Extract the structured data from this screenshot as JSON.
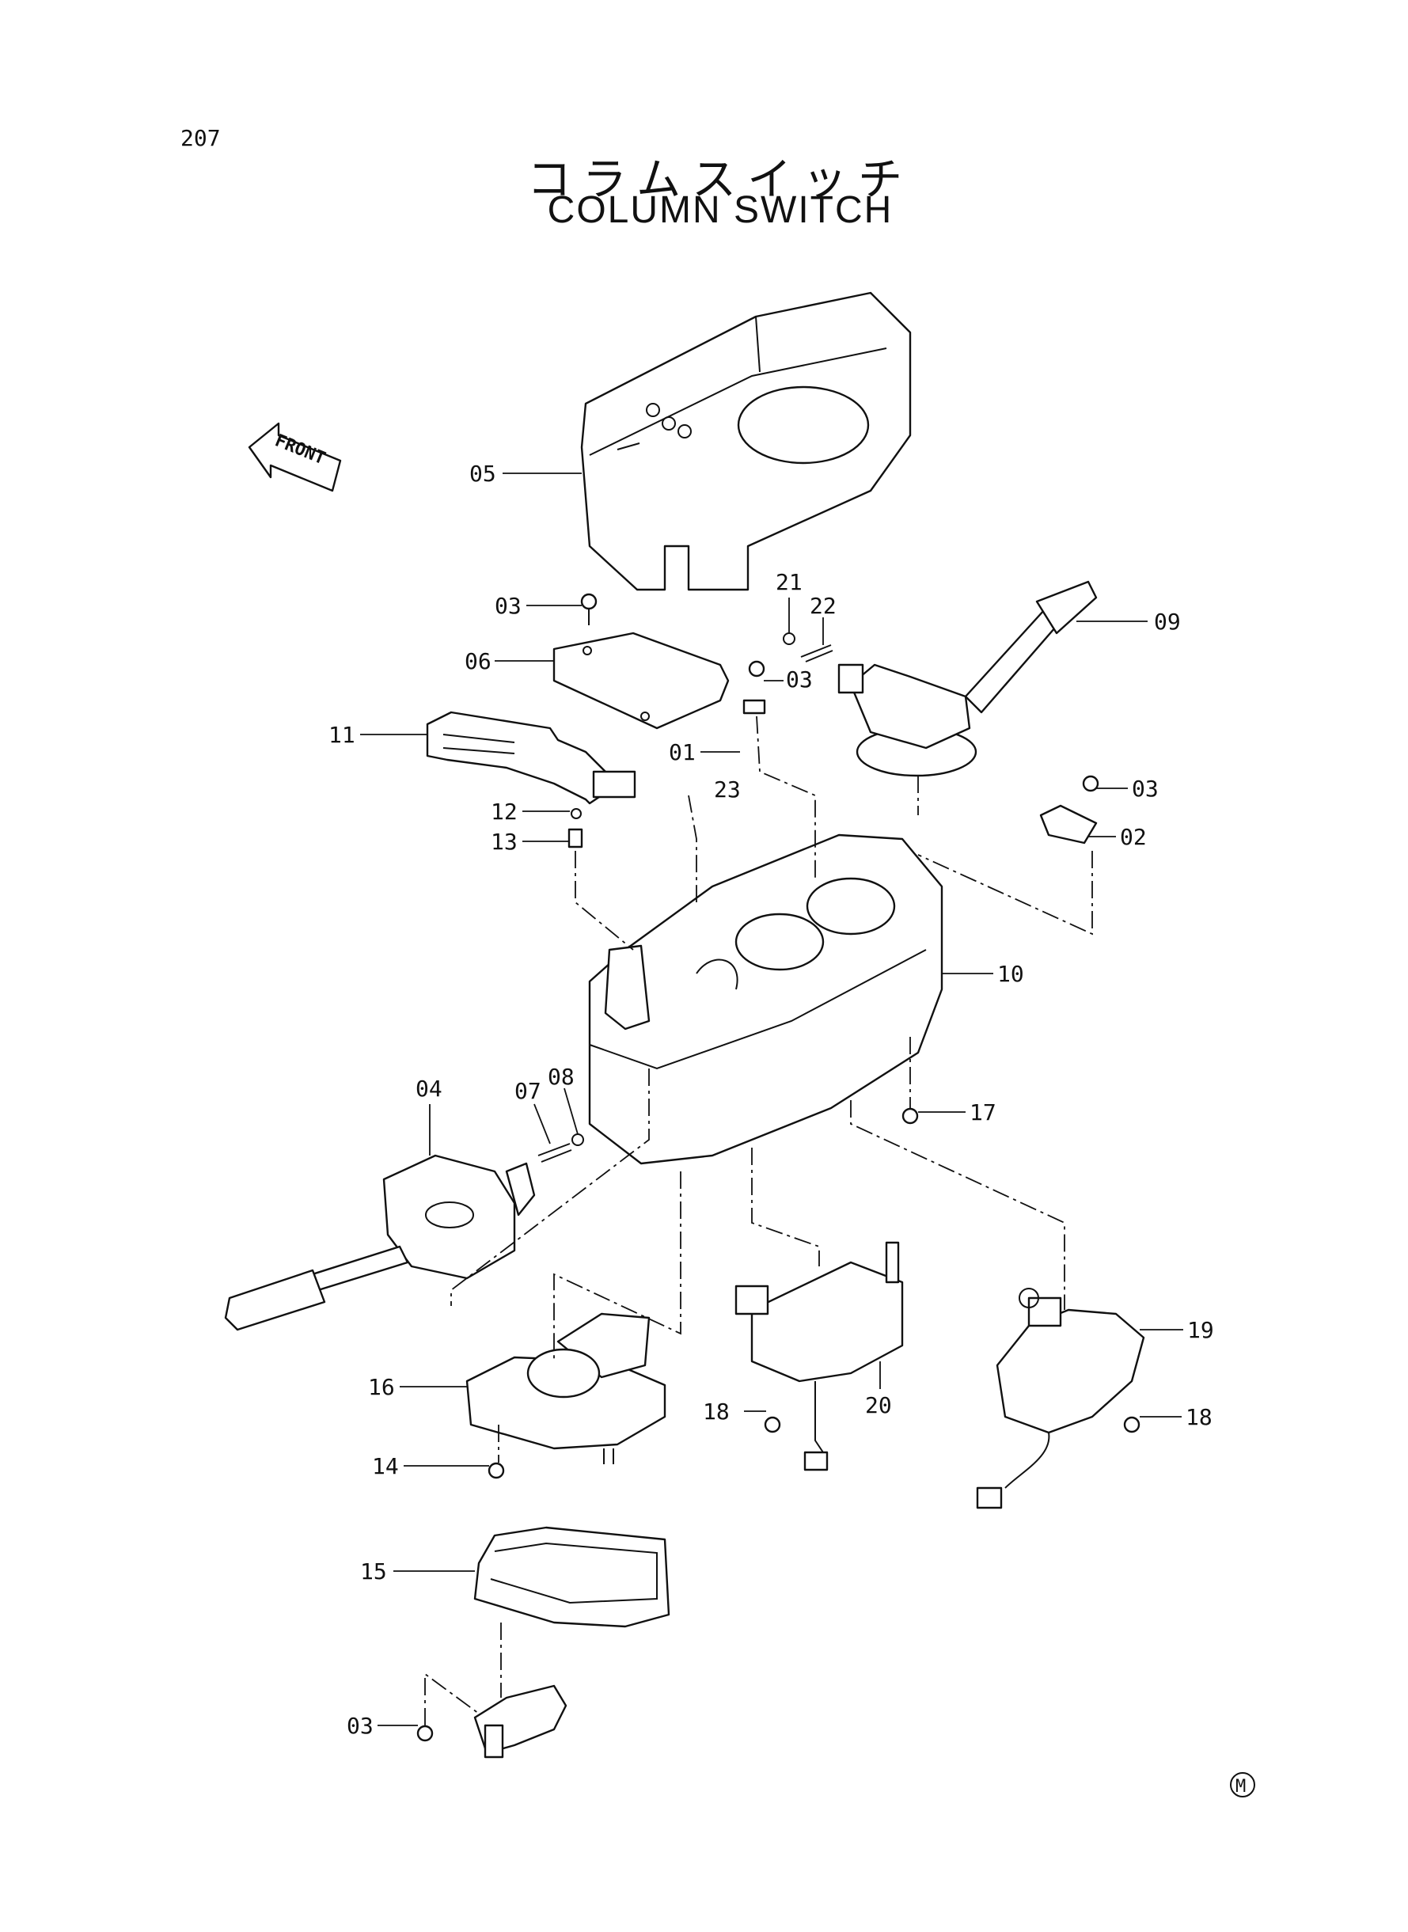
{
  "page_number": "207",
  "title_jp": "コラムスイッチ",
  "title_en": "COLUMN SWITCH",
  "front_arrow_label": "FRONT",
  "mark": "M",
  "callouts": {
    "c05": "05",
    "c03a": "03",
    "c06": "06",
    "c11": "11",
    "c21": "21",
    "c22": "22",
    "c03b": "03",
    "c09": "09",
    "c01": "01",
    "c23": "23",
    "c03c": "03",
    "c02": "02",
    "c12": "12",
    "c13": "13",
    "c10": "10",
    "c04": "04",
    "c07": "07",
    "c08": "08",
    "c17": "17",
    "c19": "19",
    "c16": "16",
    "c20": "20",
    "c18a": "18",
    "c18b": "18",
    "c14": "14",
    "c15": "15",
    "c03d": "03"
  }
}
